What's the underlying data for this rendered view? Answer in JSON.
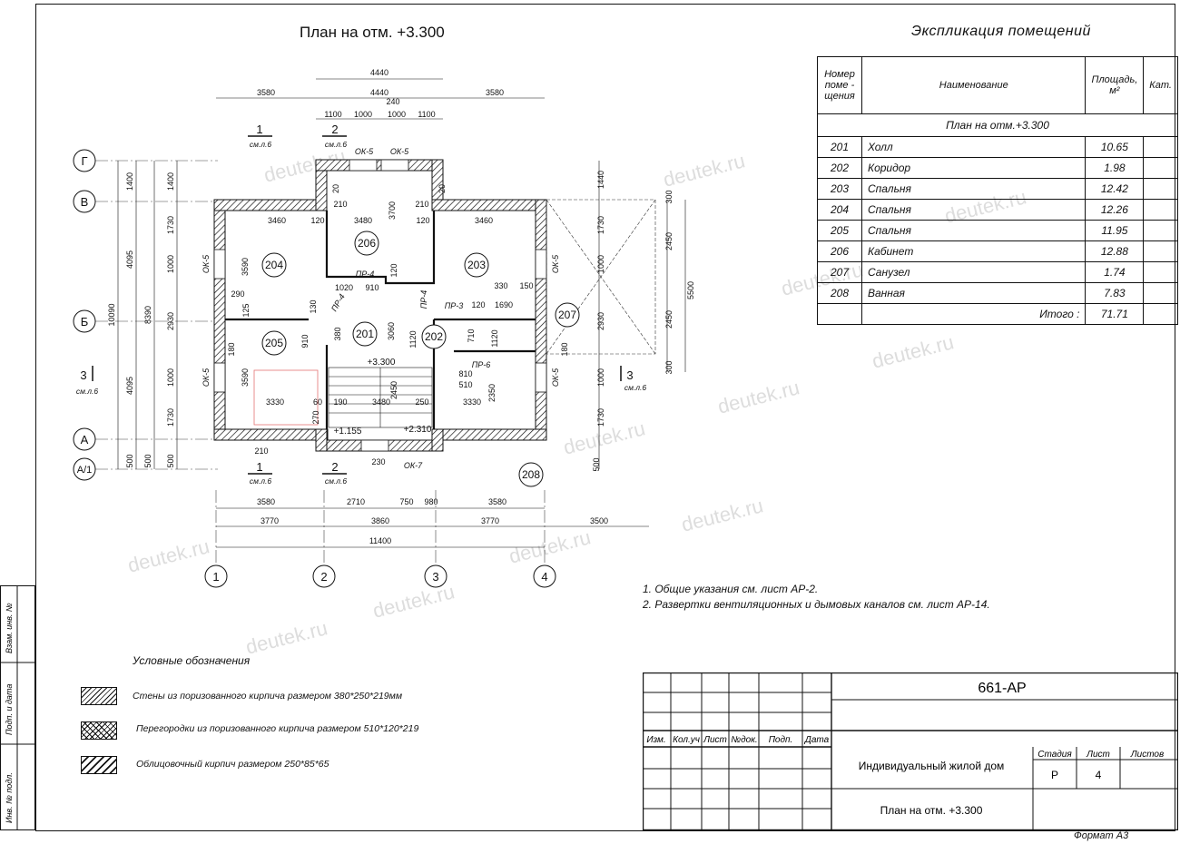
{
  "plan_title": "План на отм. +3.300",
  "explication": {
    "title": "Экспликация помещений",
    "headers": {
      "number": "Номер поме - щения",
      "name": "Наименование",
      "area": "Площадь, м²",
      "category": "Кат."
    },
    "section": "План на отм.+3.300",
    "rows": [
      {
        "num": "201",
        "name": "Холл",
        "area": "10.65"
      },
      {
        "num": "202",
        "name": "Коридор",
        "area": "1.98"
      },
      {
        "num": "203",
        "name": "Спальня",
        "area": "12.42"
      },
      {
        "num": "204",
        "name": "Спальня",
        "area": "12.26"
      },
      {
        "num": "205",
        "name": "Спальня",
        "area": "11.95"
      },
      {
        "num": "206",
        "name": "Кабинет",
        "area": "12.88"
      },
      {
        "num": "207",
        "name": "Санузел",
        "area": "1.74"
      },
      {
        "num": "208",
        "name": "Ванная",
        "area": "7.83"
      }
    ],
    "total_label": "Итого :",
    "total_value": "71.71"
  },
  "notes": [
    "1.  Общие указания см. лист АР-2.",
    "2.  Развертки вентиляционных и дымовых каналов см. лист АР-14."
  ],
  "legend": {
    "title": "Условные обозначения",
    "items": [
      "Стены из поризованного кирпича размером 380*250*219мм",
      "Перегородки из поризованного кирпича размером 510*120*219",
      "Облицовочный кирпич размером 250*85*65"
    ]
  },
  "stamp": {
    "code": "661-АР",
    "col_headers": [
      "Изм.",
      "Кол.уч",
      "Лист",
      "№док.",
      "Подп.",
      "Дата"
    ],
    "project": "Индивидуальный жилой дом",
    "sheet_title": "План на отм. +3.300",
    "stage_label": "Стадия",
    "sheet_label": "Лист",
    "sheets_label": "Листов",
    "stage": "Р",
    "sheet": "4",
    "sheets": ""
  },
  "format_label": "Формат А3",
  "side_strip": [
    "Инв. № подл.",
    "Подп. и дата",
    "Взам. инв. №"
  ],
  "watermark": "deutek.ru",
  "plan": {
    "axes_letters": [
      "Г",
      "В",
      "Б",
      "А",
      "А/1"
    ],
    "axes_numbers": [
      "1",
      "2",
      "3",
      "4"
    ],
    "room_tags": [
      "201",
      "202",
      "203",
      "204",
      "205",
      "206",
      "207",
      "208"
    ],
    "top_dims_row1": [
      "4440"
    ],
    "top_dims_row2": [
      "3580",
      "4440",
      "3580"
    ],
    "top_dims_row3": [
      "1100",
      "1000",
      "240",
      "1000",
      "1100"
    ],
    "bottom_dims_row1": [
      "3580",
      "2710",
      "750",
      "980",
      "3580"
    ],
    "bottom_dims_row2": [
      "3770",
      "3860",
      "3770",
      "3500"
    ],
    "bottom_dims_total": "11400",
    "left_dims_outer": [
      "10090"
    ],
    "left_dims_mid": [
      "4095",
      "8390",
      "4095"
    ],
    "left_dims_inner": [
      "1400",
      "1400",
      "1730",
      "1000",
      "2930",
      "1000",
      "1730",
      "500",
      "500",
      "500"
    ],
    "right_dims": [
      "1440",
      "1730",
      "1000",
      "2930",
      "1000",
      "1730",
      "500",
      "300",
      "2450",
      "5500",
      "2450",
      "300"
    ],
    "inner_dims": [
      "3460",
      "3480",
      "3460",
      "3700",
      "3590",
      "3590",
      "3330",
      "3480",
      "3330",
      "120",
      "120",
      "120",
      "120",
      "210",
      "210",
      "910",
      "1020",
      "290",
      "125",
      "3060",
      "1120",
      "2450",
      "2350",
      "330",
      "150",
      "1690",
      "810",
      "510",
      "60",
      "190",
      "250",
      "270",
      "910",
      "380",
      "130",
      "710",
      "1120",
      "180",
      "180",
      "210",
      "230",
      "20",
      "20"
    ],
    "window_labels": [
      "ОК-5",
      "ОК-5",
      "ОК-5",
      "ОК-5",
      "ОК-5",
      "ОК-5",
      "ОК-7"
    ],
    "door_labels": [
      "ПР-4",
      "ПР-4",
      "ПР-4",
      "ПР-3",
      "ПР-6"
    ],
    "levels": [
      "+3.300",
      "+1.155",
      "+2.310"
    ],
    "section_marks": [
      "1",
      "2",
      "3",
      "1",
      "2",
      "3"
    ],
    "section_refs": [
      "см.л.6",
      "см.л.6",
      "см.л.6",
      "см.л.6",
      "см.л.6",
      "см.л.6"
    ]
  }
}
